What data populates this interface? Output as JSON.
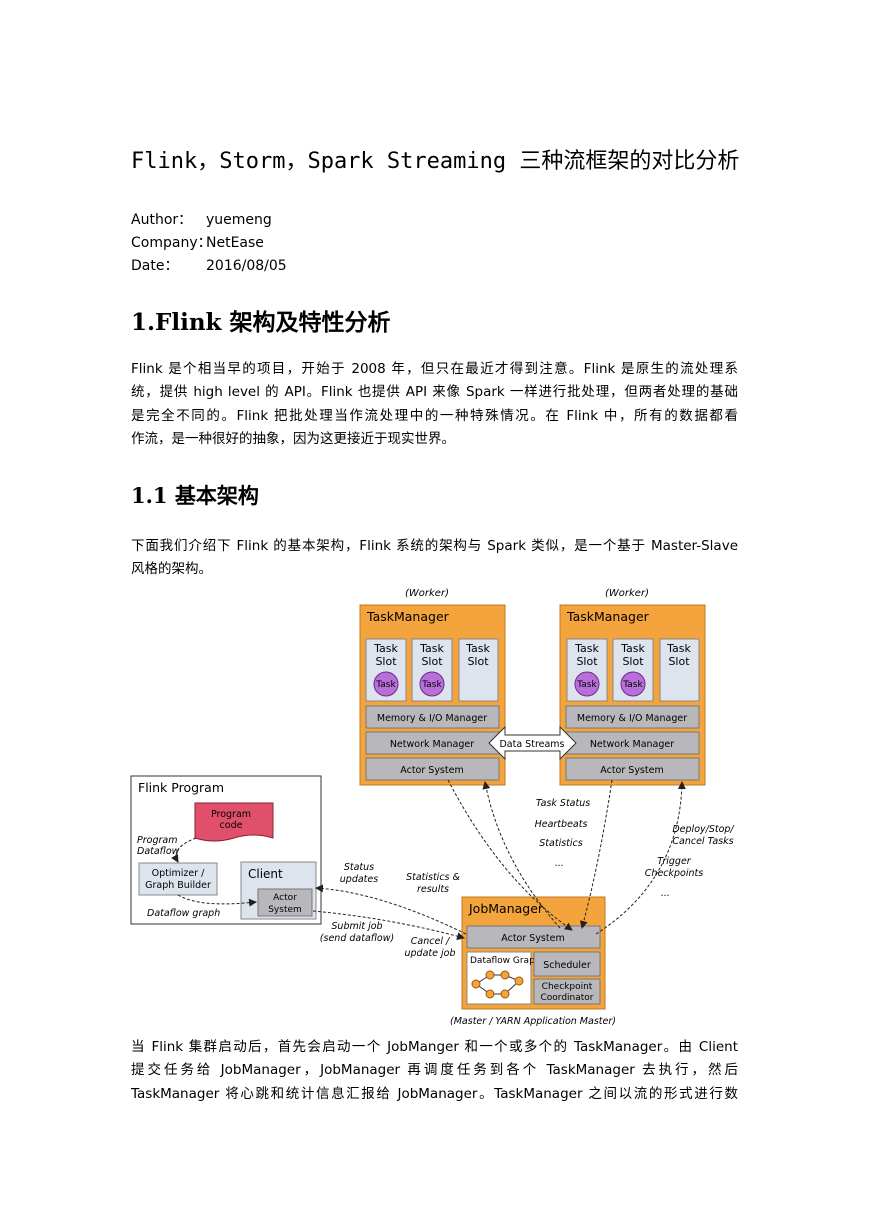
{
  "document": {
    "title": "Flink，Storm，Spark Streaming 三种流框架的对比分析",
    "meta": [
      {
        "label": "Author：",
        "value": "yuemeng"
      },
      {
        "label": "Company：",
        "value": "NetEase"
      },
      {
        "label": "Date：",
        "value": "2016/08/05"
      }
    ],
    "section1": {
      "heading": "1.Flink 架构及特性分析",
      "paragraph_lines": [
        "Flink 是个相当早的项目，开始于 2008 年，但只在最近才得到注意。Flink 是原生的流处理系",
        "统，提供 high level 的 API。Flink 也提供 API 来像 Spark 一样进行批处理，但两者处理的基础",
        "是完全不同的。Flink 把批处理当作流处理中的一种特殊情况。在 Flink 中，所有的数据都看",
        "作流，是一种很好的抽象，因为这更接近于现实世界。"
      ]
    },
    "section1_1": {
      "heading": "1.1  基本架构",
      "intro_lines": [
        "下面我们介绍下 Flink 的基本架构，Flink 系统的架构与 Spark 类似，是一个基于 Master-Slave",
        "风格的架构。"
      ],
      "after_lines": [
        "当 Flink 集群启动后，首先会启动一个 JobManger 和一个或多个的 TaskManager。由 Client",
        "提交任务给 JobManager，JobManager 再调度任务到各个 TaskManager 去执行，然后",
        "TaskManager 将心跳和统计信息汇报给 JobManager。TaskManager 之间以流的形式进行数"
      ]
    }
  },
  "diagram": {
    "worker_label": "(Worker)",
    "task_manager": "TaskManager",
    "task_slot": "Task Slot",
    "task_slot_l1": "Task",
    "task_slot_l2": "Slot",
    "task": "Task",
    "memory_io": "Memory & I/O Manager",
    "network_manager": "Network Manager",
    "actor_system": "Actor System",
    "data_streams": "Data Streams",
    "flink_program": "Flink Program",
    "program_code_l1": "Program",
    "program_code_l2": "code",
    "program_dataflow_l1": "Program",
    "program_dataflow_l2": "Dataflow",
    "optimizer_l1": "Optimizer /",
    "optimizer_l2": "Graph Builder",
    "client": "Client",
    "actor_l1": "Actor",
    "actor_l2": "System",
    "dataflow_graph": "Dataflow graph",
    "status_updates_l1": "Status",
    "status_updates_l2": "updates",
    "statistics_results_l1": "Statistics &",
    "statistics_results_l2": "results",
    "submit_job_l1": "Submit job",
    "submit_job_l2": "(send dataflow)",
    "cancel_update_l1": "Cancel /",
    "cancel_update_l2": "update job",
    "task_status": "Task Status",
    "heartbeats": "Heartbeats",
    "statistics": "Statistics",
    "ellipsis": "...",
    "deploy_l1": "Deploy/Stop/",
    "deploy_l2": "Cancel Tasks",
    "trigger_l1": "Trigger",
    "trigger_l2": "Checkpoints",
    "job_manager": "JobManager",
    "dataflow_graph_box": "Dataflow Graph",
    "scheduler": "Scheduler",
    "checkpoint_l1": "Checkpoint",
    "checkpoint_l2": "Coordinator",
    "master_label": "(Master / YARN Application Master)",
    "colors": {
      "orange": "#f4a43c",
      "gray": "#b8b8bc",
      "purple": "#b86fd8",
      "pink": "#e0506a",
      "light": "#dde4ee"
    }
  }
}
